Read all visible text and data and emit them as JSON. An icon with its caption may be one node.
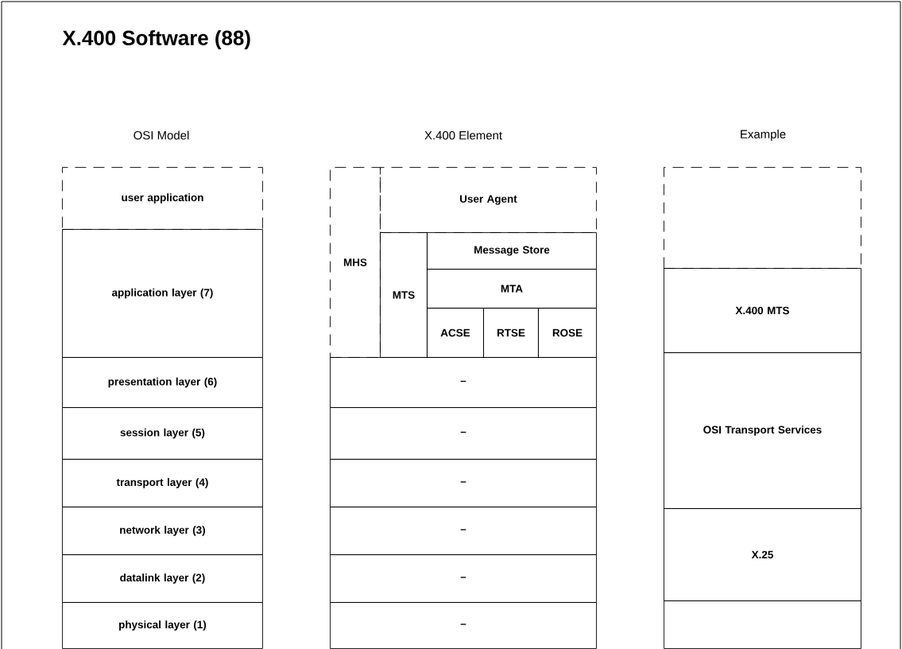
{
  "diagram": {
    "title": "X.400 Software (88)",
    "nodes": [
      {
        "text": [
          "user application"
        ]
      },
      {
        "text": [
          "application layer (7)"
        ]
      },
      {
        "text": [
          "presentation layer (6)"
        ]
      },
      {
        "text": [
          "session layer (5)"
        ]
      },
      {
        "text": [
          "transport layer (4)"
        ]
      },
      {
        "text": [
          "network layer (3)"
        ]
      },
      {
        "text": [
          "datalink layer (2)"
        ]
      },
      {
        "text": [
          "physical layer (1)"
        ]
      },
      {
        "text": [
          "MHS"
        ]
      },
      {
        "text": [
          "User Agent"
        ]
      },
      {
        "text": [
          "MTS"
        ]
      },
      {
        "text": [
          "Message Store"
        ]
      },
      {
        "text": [
          "MTA"
        ]
      },
      {
        "text": [
          "ACSE"
        ]
      },
      {
        "text": [
          "RTSE"
        ]
      },
      {
        "text": [
          "ROSE"
        ]
      },
      {
        "text": [
          "–"
        ]
      },
      {
        "text": [
          "–"
        ]
      },
      {
        "text": [
          "–"
        ]
      },
      {
        "text": [
          "–"
        ]
      },
      {
        "text": [
          "–"
        ]
      },
      {
        "text": [
          "–"
        ]
      },
      {
        "text": [],
        "shape": "box"
      },
      {
        "text": [
          "X.400 MTS"
        ]
      },
      {
        "text": [
          "OSI Transport Services"
        ]
      },
      {
        "text": [
          "X.25"
        ]
      },
      {
        "text": [],
        "shape": "box"
      }
    ],
    "labels": [
      "OSI Model",
      "X.400 Element",
      "Example"
    ]
  }
}
